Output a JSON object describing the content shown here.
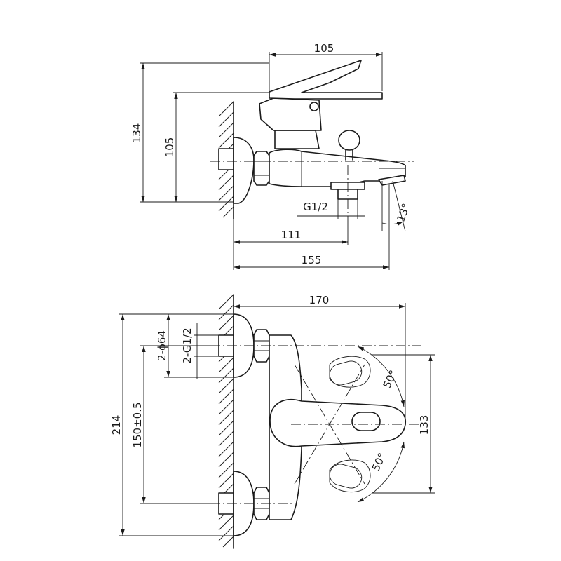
{
  "drawing": {
    "side_view": {
      "dims": {
        "top_width": "105",
        "total_height": "134",
        "outlet_height": "105",
        "thread": "G1/2",
        "angle": "13°",
        "shower_outlet_offset": "111",
        "spout_length": "155"
      }
    },
    "top_view": {
      "dims": {
        "depth": "170",
        "eccentric_diameter": "2-ϕ64",
        "eccentric_thread": "2-G1/2",
        "total_width": "214",
        "center_distance": "150±0.5",
        "lever_span": "133",
        "angle_top": "50°",
        "angle_bottom": "50°"
      }
    }
  }
}
